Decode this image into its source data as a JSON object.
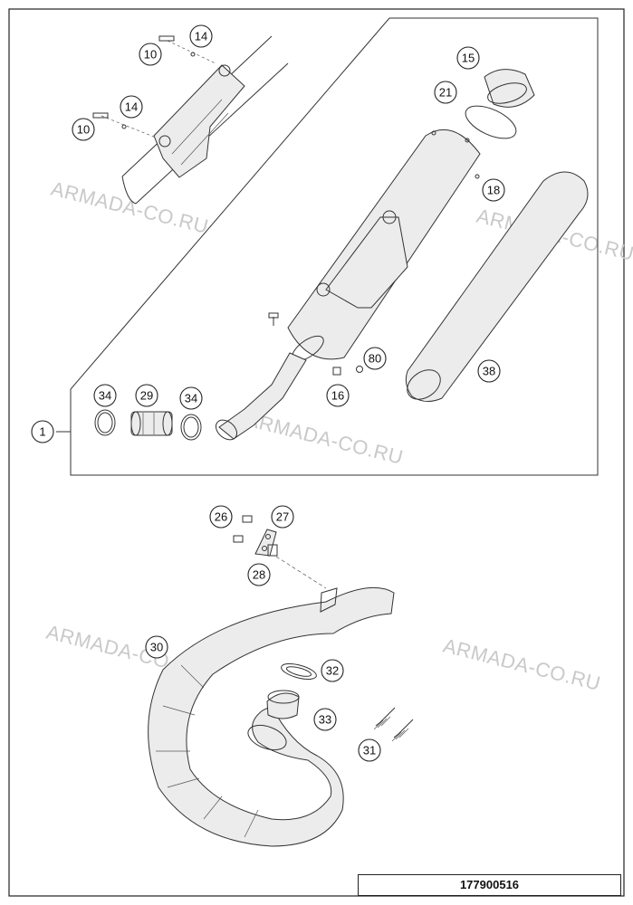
{
  "callouts": {
    "c1": "1",
    "c10a": "10",
    "c14a": "14",
    "c10b": "10",
    "c14b": "14",
    "c15": "15",
    "c21": "21",
    "c18": "18",
    "c38": "38",
    "c80": "80",
    "c16": "16",
    "c34a": "34",
    "c29": "29",
    "c34b": "34",
    "c26": "26",
    "c27": "27",
    "c28": "28",
    "c30": "30",
    "c32": "32",
    "c33": "33",
    "c31": "31"
  },
  "watermarks": {
    "w1": "ARMADA-CO.RU",
    "w2": "ARMADA-CO.RU",
    "w3": "ARMADA-CO.RU",
    "w4": "ARMADA-CO.RU",
    "w5": "ARMADA-CO.RU"
  },
  "drawing_number": "177900516"
}
